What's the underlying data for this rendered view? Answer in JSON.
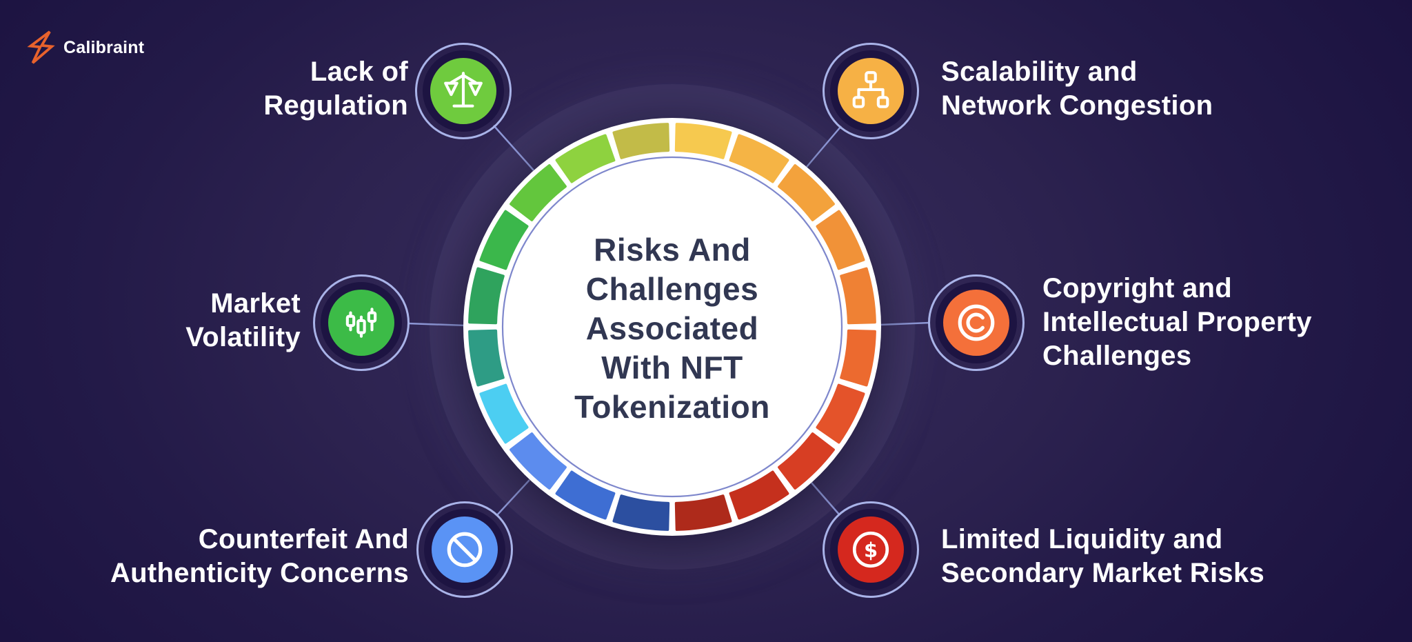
{
  "brand": {
    "name": "Calibraint",
    "logo_color": "#E8622C"
  },
  "center": {
    "title": "Risks And\nChallenges\nAssociated\nWith NFT\nTokenization",
    "text_color": "#313752"
  },
  "items": [
    {
      "id": "lack-of-regulation",
      "label": "Lack of\nRegulation",
      "icon": "scales-icon",
      "color": "#6FCB3E"
    },
    {
      "id": "scalability",
      "label": "Scalability and\nNetwork Congestion",
      "icon": "sitemap-icon",
      "color": "#F6B145"
    },
    {
      "id": "market-volatility",
      "label": "Market\nVolatility",
      "icon": "candlestick-icon",
      "color": "#3CBB47"
    },
    {
      "id": "copyright",
      "label": "Copyright and\nIntellectual Property\nChallenges",
      "icon": "copyright-icon",
      "color": "#F4703A"
    },
    {
      "id": "counterfeit",
      "label": "Counterfeit And\nAuthenticity Concerns",
      "icon": "prohibited-icon",
      "color": "#5A93F5"
    },
    {
      "id": "liquidity",
      "label": "Limited Liquidity and\nSecondary Market Risks",
      "icon": "dollar-icon",
      "color": "#D5281E",
      "icon_glyph": "$"
    }
  ],
  "ring": {
    "segment_colors": [
      "#F6C94F",
      "#F5B445",
      "#F3A23C",
      "#F19238",
      "#EF8134",
      "#EC6A2F",
      "#E4532A",
      "#D73E23",
      "#C5301D",
      "#AE2A1B",
      "#2C4FA0",
      "#3E6ED3",
      "#5C8CEE",
      "#4CCEF2",
      "#2E9C85",
      "#2FA35D",
      "#3BB74B",
      "#63C63D",
      "#8ED23F",
      "#C2BB48"
    ],
    "inner_line_color": "#7E87CC"
  },
  "theme": {
    "background": "#231A48",
    "connector_color": "#8F99D8",
    "node_outline_color": "#A9B3E8",
    "label_color": "#FFFFFF"
  }
}
